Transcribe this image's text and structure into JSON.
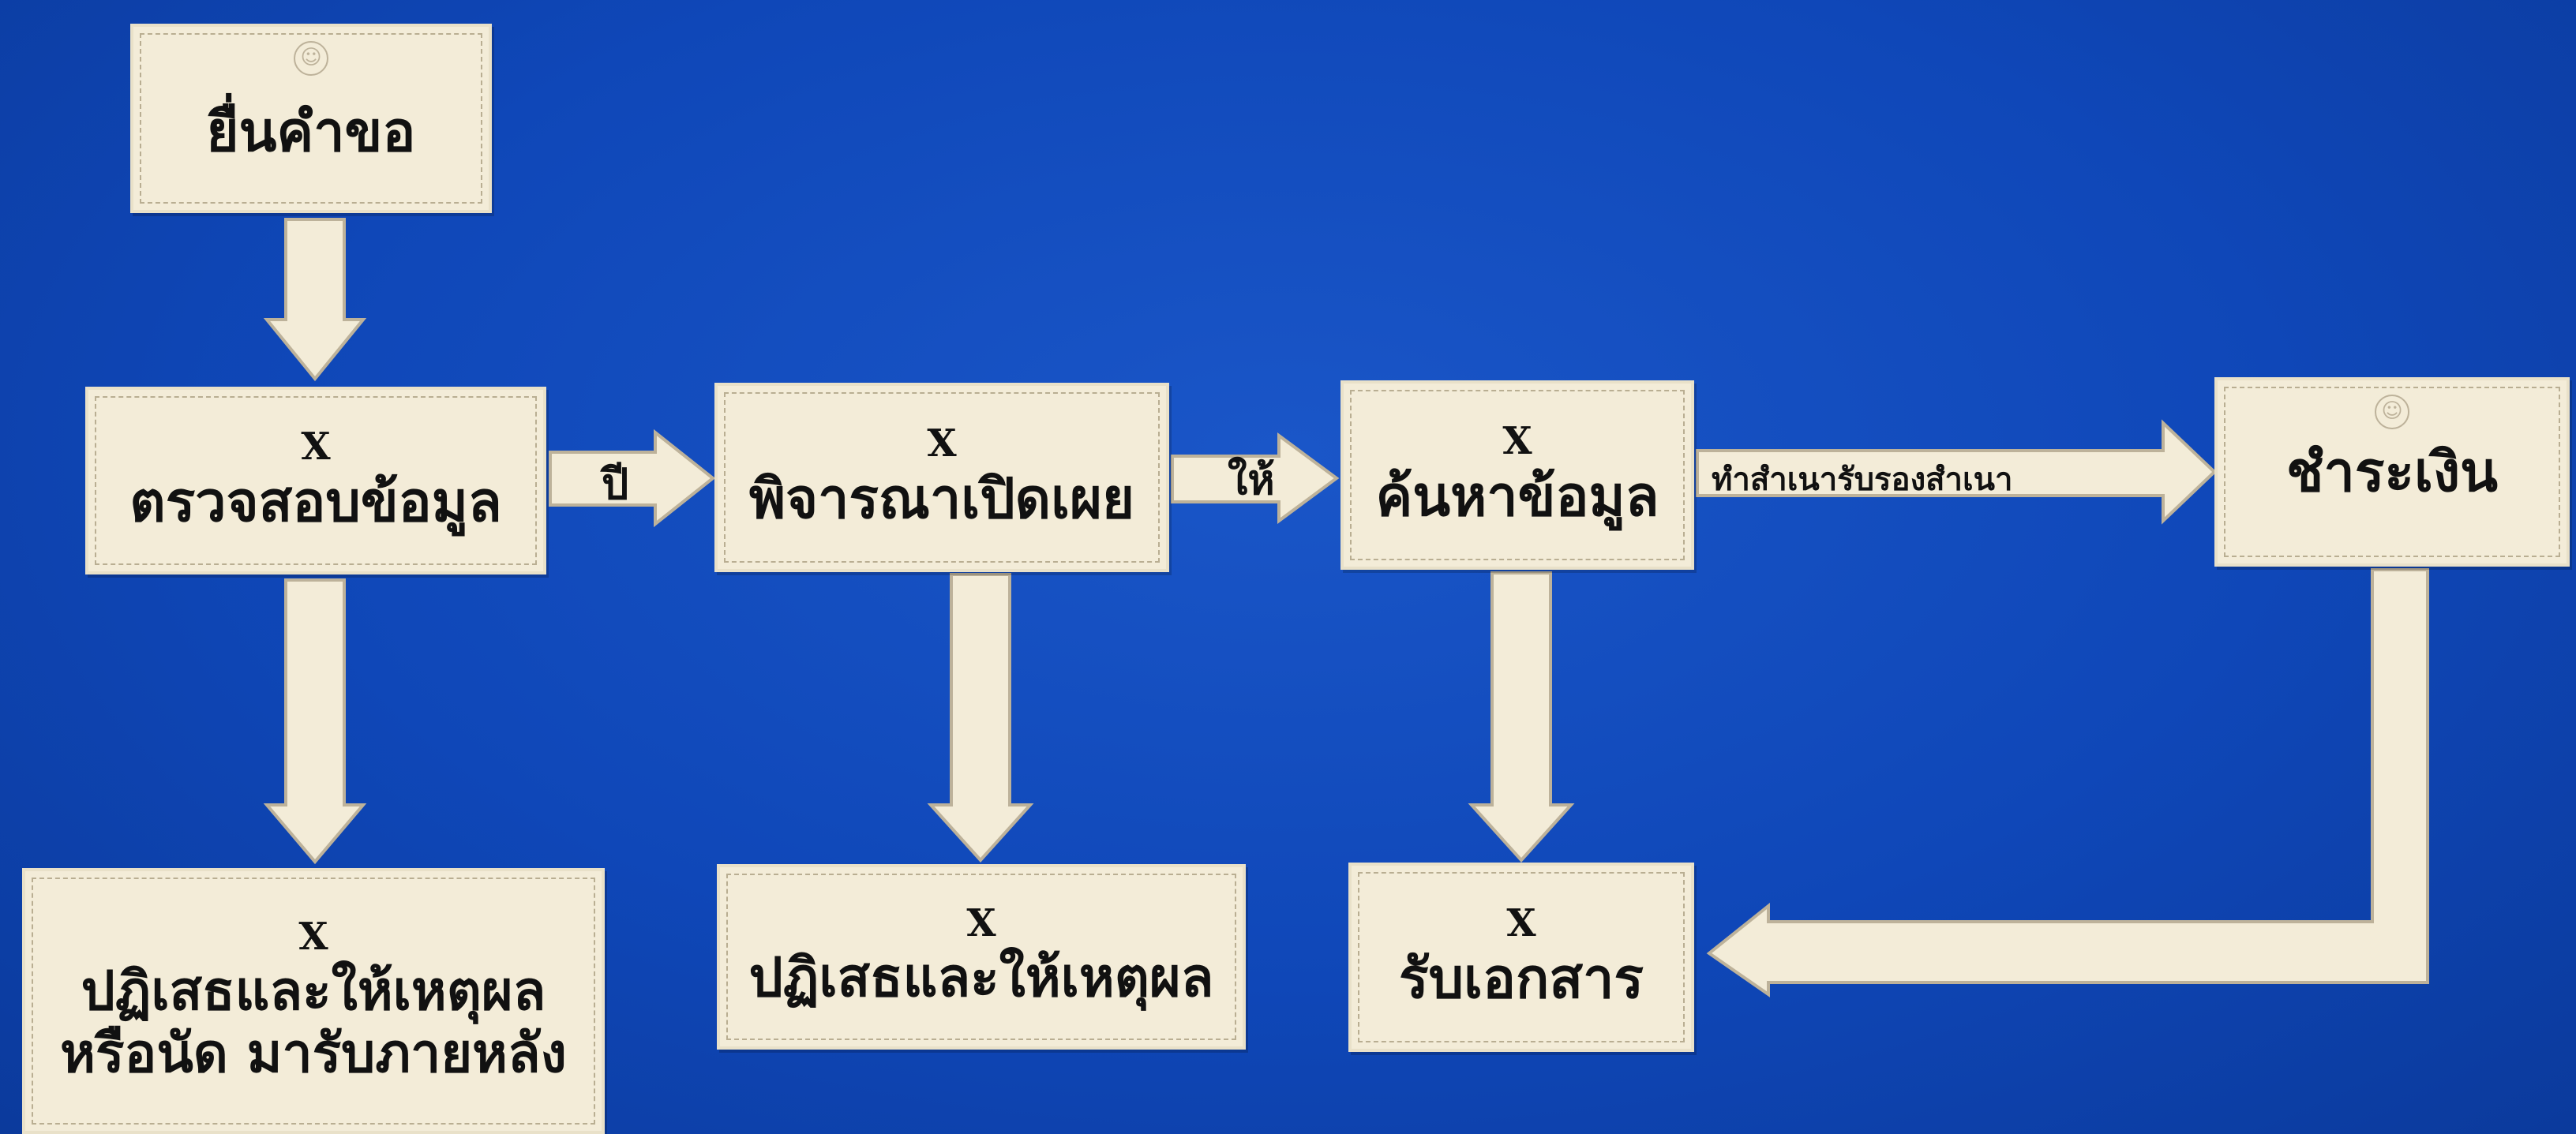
{
  "diagram": {
    "nodes": {
      "submit": {
        "label": "ยื่นคำขอ"
      },
      "verify": {
        "mark": "X",
        "label": "ตรวจสอบข้อมูล"
      },
      "consider": {
        "mark": "X",
        "label": "พิจารณาเปิดเผย"
      },
      "search": {
        "mark": "X",
        "label": "ค้นหาข้อมูล"
      },
      "pay": {
        "label": "ชำระเงิน"
      },
      "reject_later": {
        "mark": "X",
        "line1": "ปฏิเสธและให้เหตุผล",
        "line2": "หรือนัด มารับภายหลัง"
      },
      "reject": {
        "mark": "X",
        "label": "ปฏิเสธและให้เหตุผล"
      },
      "receive": {
        "mark": "X",
        "label": "รับเอกสาร"
      }
    },
    "edge_labels": {
      "verify_to_consider": "ปี",
      "consider_to_search": "ให้",
      "search_to_pay": "ทำสำเนารับรองสำเนา"
    },
    "icons": [
      "smiley-icon",
      "smiley-icon"
    ]
  }
}
